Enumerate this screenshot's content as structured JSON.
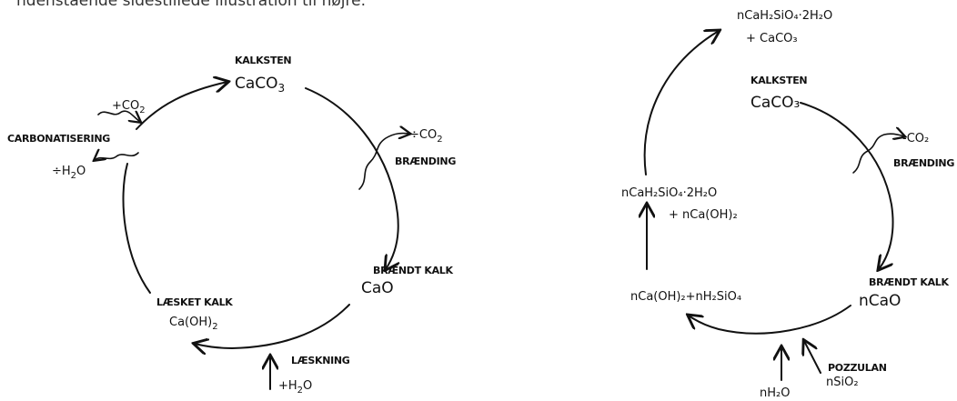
{
  "caption": "ndenstående sidestillede illustration til højre.",
  "left_cycle": {
    "kalksten_label": "KALKSTEN",
    "kalksten_formula": "CaCO",
    "kalksten_sub": "3",
    "brending_co2": "÷CO",
    "brending_co2_sub": "2",
    "brending_label": "BRÆNDING",
    "brendt_label": "BRÆNDT KALK",
    "brendt_formula": "CaO",
    "laesket_label": "LÆSKET KALK",
    "laesket_formula": "Ca(OH)",
    "laesket_sub": "2",
    "laeskning_label": "LÆSKNING",
    "laeskning_water": "+H",
    "laeskning_water_sub": "2",
    "laeskning_water_o": "O",
    "carb_co2": "+CO",
    "carb_co2_sub": "2",
    "carb_label": "CARBONATISERING",
    "carb_water": "÷H",
    "carb_water_sub": "2",
    "carb_water_o": "O"
  },
  "right_cycle": {
    "top_product_line1": "nCaH₂SiO₄·2H₂O",
    "top_product_line2": "+ CaCO₃",
    "kalksten_label": "KALKSTEN",
    "kalksten_formula": "CaCO₃",
    "brending_co2": "-CO₂",
    "brending_label": "BRÆNDING",
    "brendt_label": "BRÆNDT KALK",
    "brendt_formula": "nCaO",
    "bottom_left_formula": "nCa(OH)₂+nH₂SiO₄",
    "left_product_line1": "nCaH₂SiO₄·2H₂O",
    "left_product_line2": "+ nCa(OH)₂",
    "water_input": "nH₂O",
    "pozzulan_label": "POZZULAN",
    "pozzulan_formula": "nSiO₂"
  }
}
